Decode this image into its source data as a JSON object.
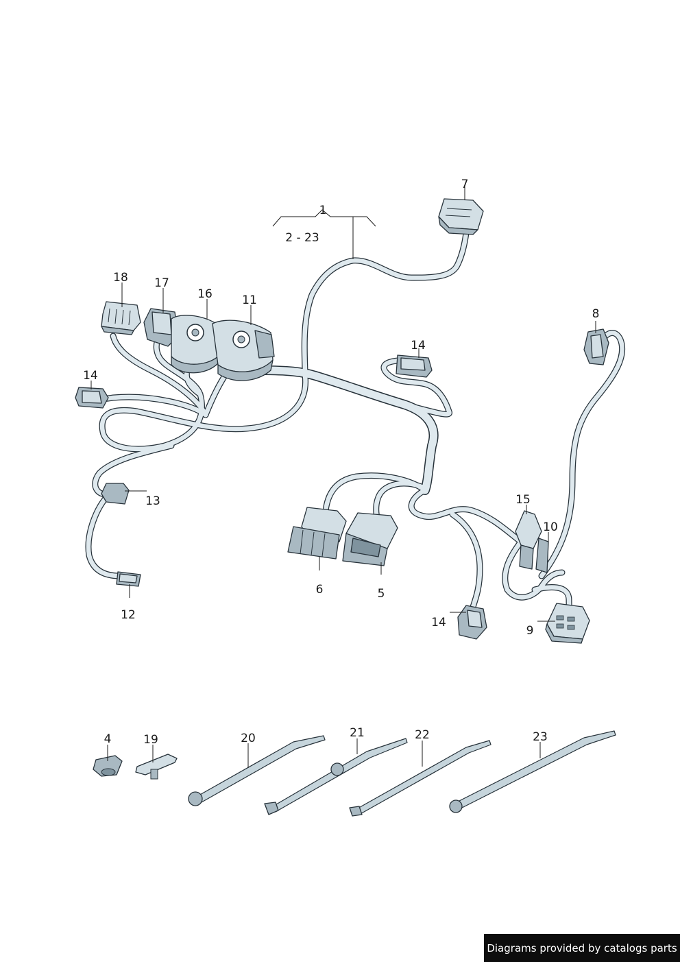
{
  "callouts": {
    "c1": "1",
    "c2_23": "2 - 23",
    "c7": "7",
    "c8": "8",
    "c18": "18",
    "c17": "17",
    "c16": "16",
    "c11": "11",
    "c14_top": "14",
    "c14_left": "14",
    "c13": "13",
    "c12": "12",
    "c15": "15",
    "c10": "10",
    "c6": "6",
    "c5": "5",
    "c14_bottom": "14",
    "c9": "9",
    "c4": "4",
    "c19": "19",
    "c20": "20",
    "c21": "21",
    "c22": "22",
    "c23": "23"
  },
  "footer": {
    "credit": "Diagrams provided by catalogs parts"
  }
}
